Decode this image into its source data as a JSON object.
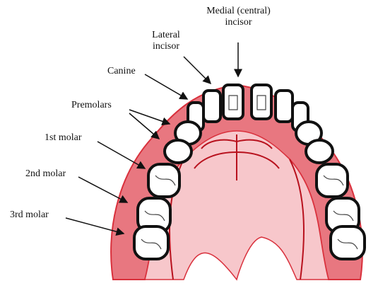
{
  "labels": {
    "central_line1": "Medial (central)",
    "central_line2": "incisor",
    "lateral_line1": "Lateral",
    "lateral_line2": "incisor",
    "canine": "Canine",
    "premolars": "Premolars",
    "first_molar": "1st molar",
    "second_molar": "2nd molar",
    "third_molar": "3rd molar"
  },
  "colors": {
    "gum": "#e87780",
    "gum_light": "#f4b3b8",
    "gum_outline": "#d9303c",
    "palate": "#f7c7cb",
    "tooth_outline": "#111111",
    "tooth_fill": "#ffffff",
    "ridge": "#b8111d"
  }
}
